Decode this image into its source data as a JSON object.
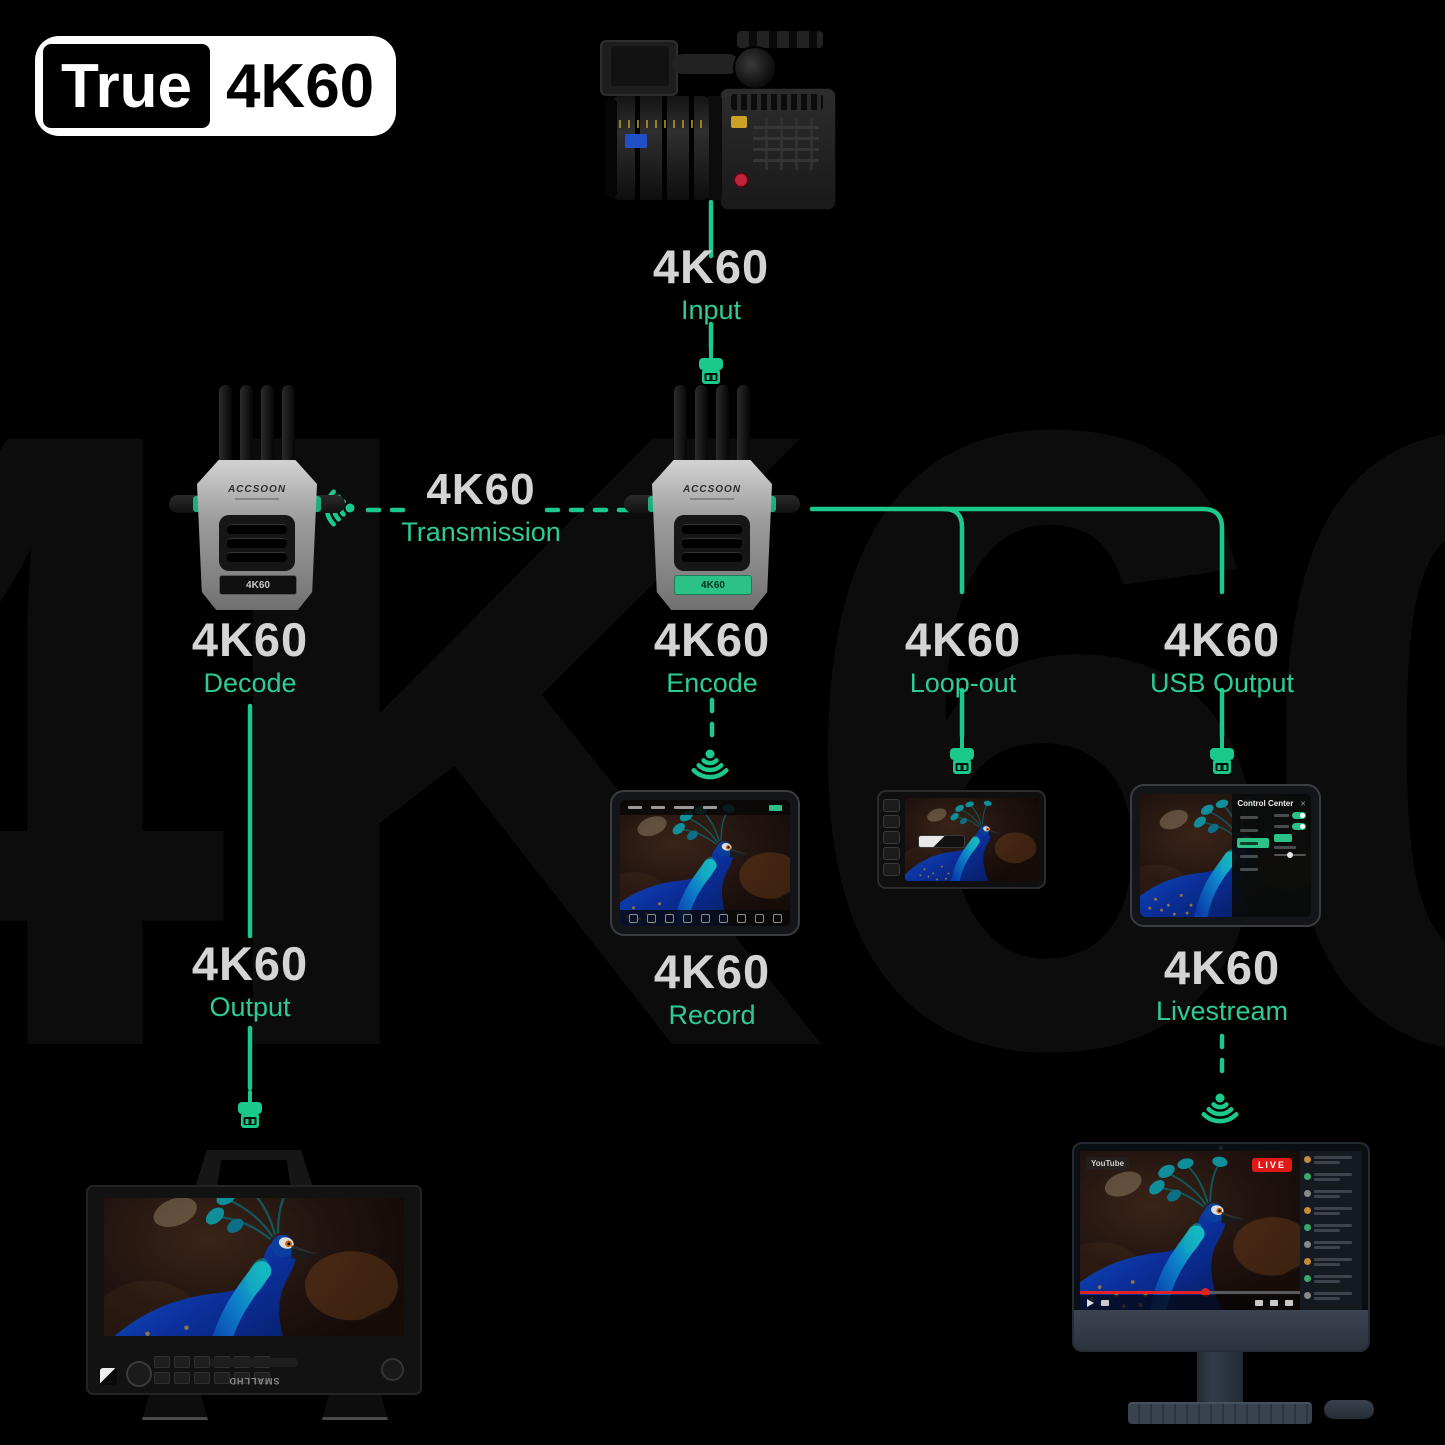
{
  "page": {
    "background": "#000000",
    "watermark_text": "4K60"
  },
  "colors": {
    "accent_green": "#1cc98c",
    "text_green": "#2ecb96",
    "title_gray": "#d4d4d4",
    "live_red": "#e01818"
  },
  "logo": {
    "prefix": "True",
    "suffix": "4K60"
  },
  "flow": {
    "input": {
      "title": "4K60",
      "subtitle": "Input"
    },
    "transmission": {
      "title": "4K60",
      "subtitle": "Transmission"
    },
    "decode": {
      "title": "4K60",
      "subtitle": "Decode"
    },
    "encode": {
      "title": "4K60",
      "subtitle": "Encode"
    },
    "loop_out": {
      "title": "4K60",
      "subtitle": "Loop-out"
    },
    "usb_output": {
      "title": "4K60",
      "subtitle": "USB Output"
    },
    "record": {
      "title": "4K60",
      "subtitle": "Record"
    },
    "output": {
      "title": "4K60",
      "subtitle": "Output"
    },
    "livestream": {
      "title": "4K60",
      "subtitle": "Livestream"
    }
  },
  "devices": {
    "receiver": {
      "brand": "ACCSOON",
      "screen_label": "4K60"
    },
    "transmitter": {
      "brand": "ACCSOON",
      "screen_label": "4K60"
    },
    "production_monitor": {
      "brand": "SMALLHD"
    },
    "control_tablet": {
      "panel_title": "Control Center",
      "close_glyph": "✕"
    },
    "livestream_display": {
      "platform": "YouTube",
      "live_badge": "LIVE"
    }
  }
}
